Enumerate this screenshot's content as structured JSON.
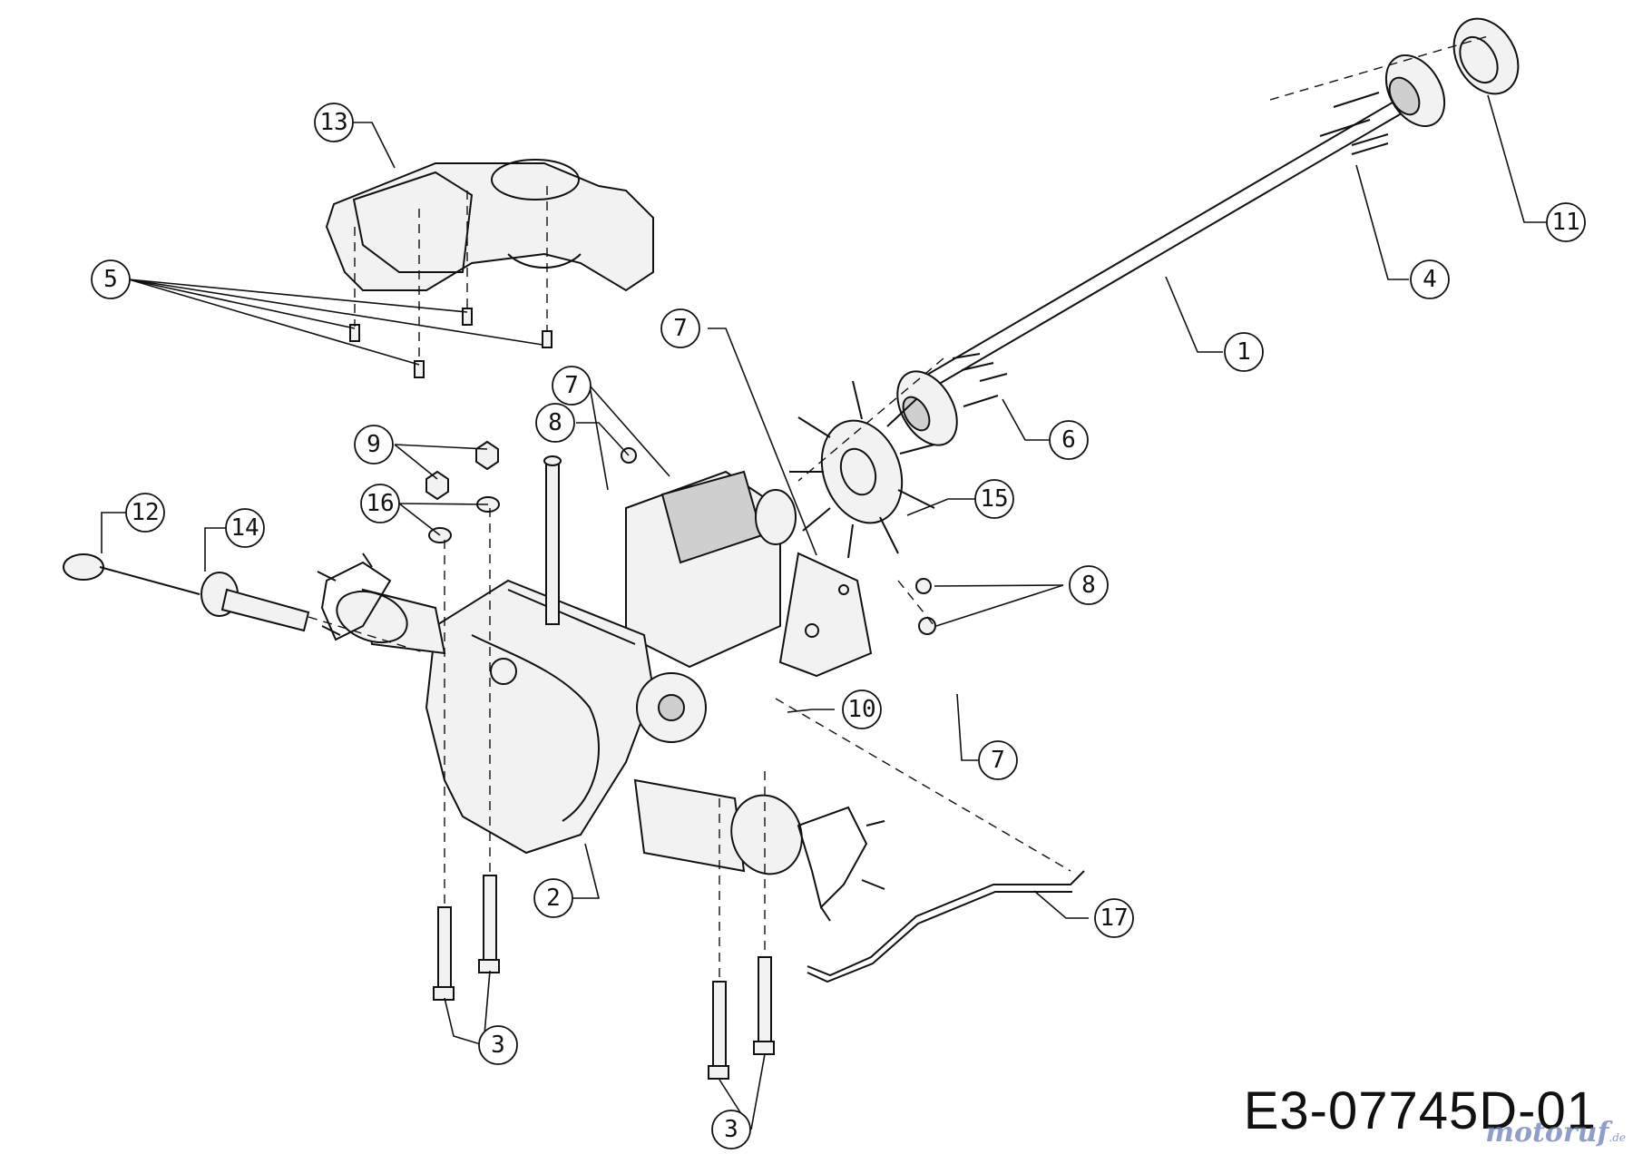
{
  "drawing_code": "E3-07745D-01",
  "watermark": {
    "name": "motoruf",
    "suffix": ".de"
  },
  "callouts": {
    "c1": "1",
    "c2": "2",
    "c3a": "3",
    "c3b": "3",
    "c4": "4",
    "c5": "5",
    "c6": "6",
    "c7a": "7",
    "c7b": "7",
    "c7c": "7",
    "c8a": "8",
    "c8b": "8",
    "c9": "9",
    "c10": "10",
    "c11": "11",
    "c12": "12",
    "c13": "13",
    "c14": "14",
    "c15": "15",
    "c16": "16",
    "c17": "17"
  }
}
